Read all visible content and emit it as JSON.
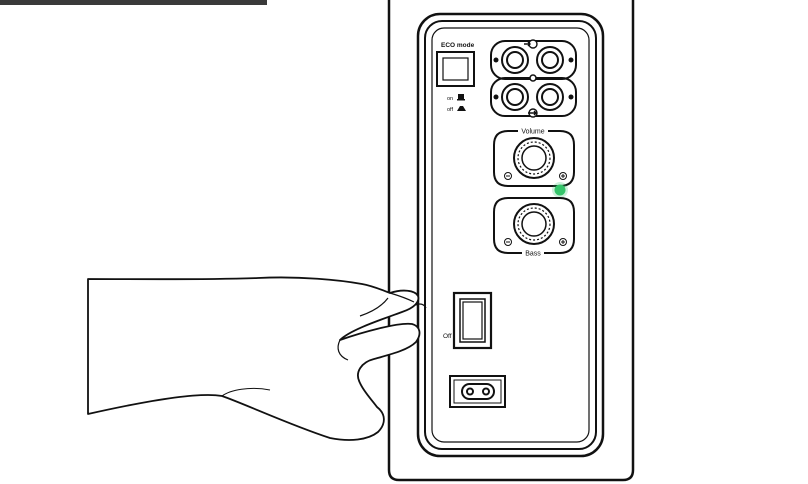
{
  "panel": {
    "eco_label": "ECO mode",
    "eco_on": "on",
    "eco_off": "off",
    "volume_label": "Volume",
    "bass_label": "Bass",
    "power_off_label": "Off"
  },
  "indicator": {
    "color": "#35c46a",
    "state": "on"
  },
  "colors": {
    "top_bar": "#3a3a3a",
    "outline": "#111111"
  },
  "icons": [
    "input-arrow-icon",
    "output-arrow-icon",
    "eco-on-icon",
    "eco-off-icon",
    "power-socket-icon",
    "hand-icon"
  ]
}
